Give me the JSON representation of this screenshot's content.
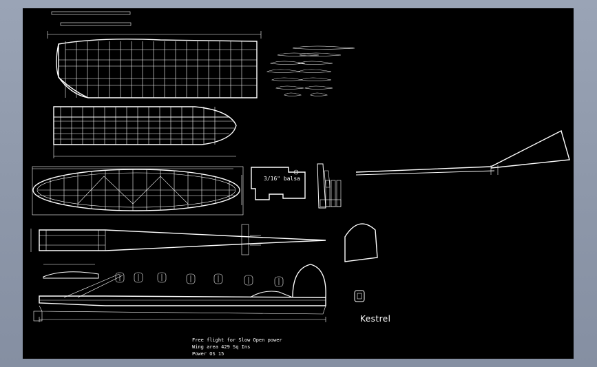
{
  "plan": {
    "balsa_label": "3/16\" balsa",
    "model_name": "Kestrel",
    "notes": [
      "Free flight for Slow Open power",
      "Wing area  429 Sq Ins",
      "Power  OS 15"
    ]
  }
}
